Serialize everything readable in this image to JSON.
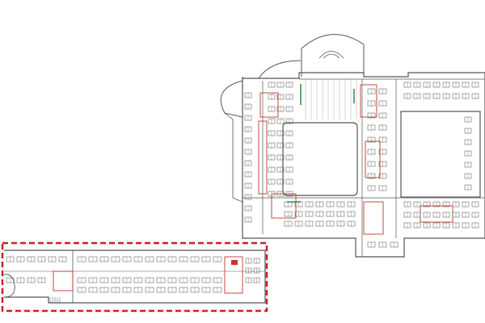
{
  "diagram": {
    "kind": "architectural-floor-plan",
    "colors": {
      "wall": "#555555",
      "furniture": "#6a6a6a",
      "room_outline": "#c0392b",
      "highlight_frame": "#cc1f1f",
      "accent_green": "#2e8b3a",
      "background": "#ffffff"
    },
    "highlight": {
      "style": "dashed",
      "target": "lower-left wing"
    },
    "labels": []
  }
}
